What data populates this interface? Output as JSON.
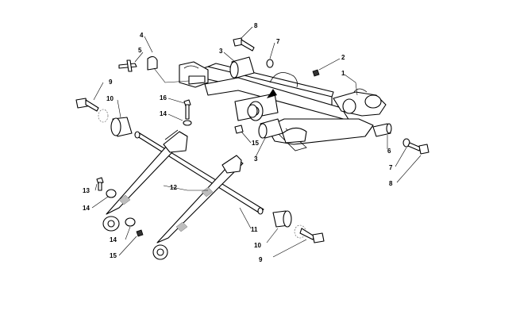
{
  "callouts": [
    {
      "id": "c4",
      "label": "4"
    },
    {
      "id": "c5",
      "label": "5"
    },
    {
      "id": "c3a",
      "label": "3"
    },
    {
      "id": "c8a",
      "label": "8"
    },
    {
      "id": "c7a",
      "label": "7"
    },
    {
      "id": "c2",
      "label": "2"
    },
    {
      "id": "c1",
      "label": "1"
    },
    {
      "id": "c9a",
      "label": "9"
    },
    {
      "id": "c10a",
      "label": "10"
    },
    {
      "id": "c16",
      "label": "16"
    },
    {
      "id": "c14a",
      "label": "14"
    },
    {
      "id": "c15a",
      "label": "15"
    },
    {
      "id": "c3b",
      "label": "3"
    },
    {
      "id": "c6",
      "label": "6"
    },
    {
      "id": "c7b",
      "label": "7"
    },
    {
      "id": "c8b",
      "label": "8"
    },
    {
      "id": "c13",
      "label": "13"
    },
    {
      "id": "c14b",
      "label": "14"
    },
    {
      "id": "c12",
      "label": "12"
    },
    {
      "id": "c14c",
      "label": "14"
    },
    {
      "id": "c15b",
      "label": "15"
    },
    {
      "id": "c11",
      "label": "11"
    },
    {
      "id": "c10b",
      "label": "10"
    },
    {
      "id": "c9b",
      "label": "9"
    }
  ]
}
